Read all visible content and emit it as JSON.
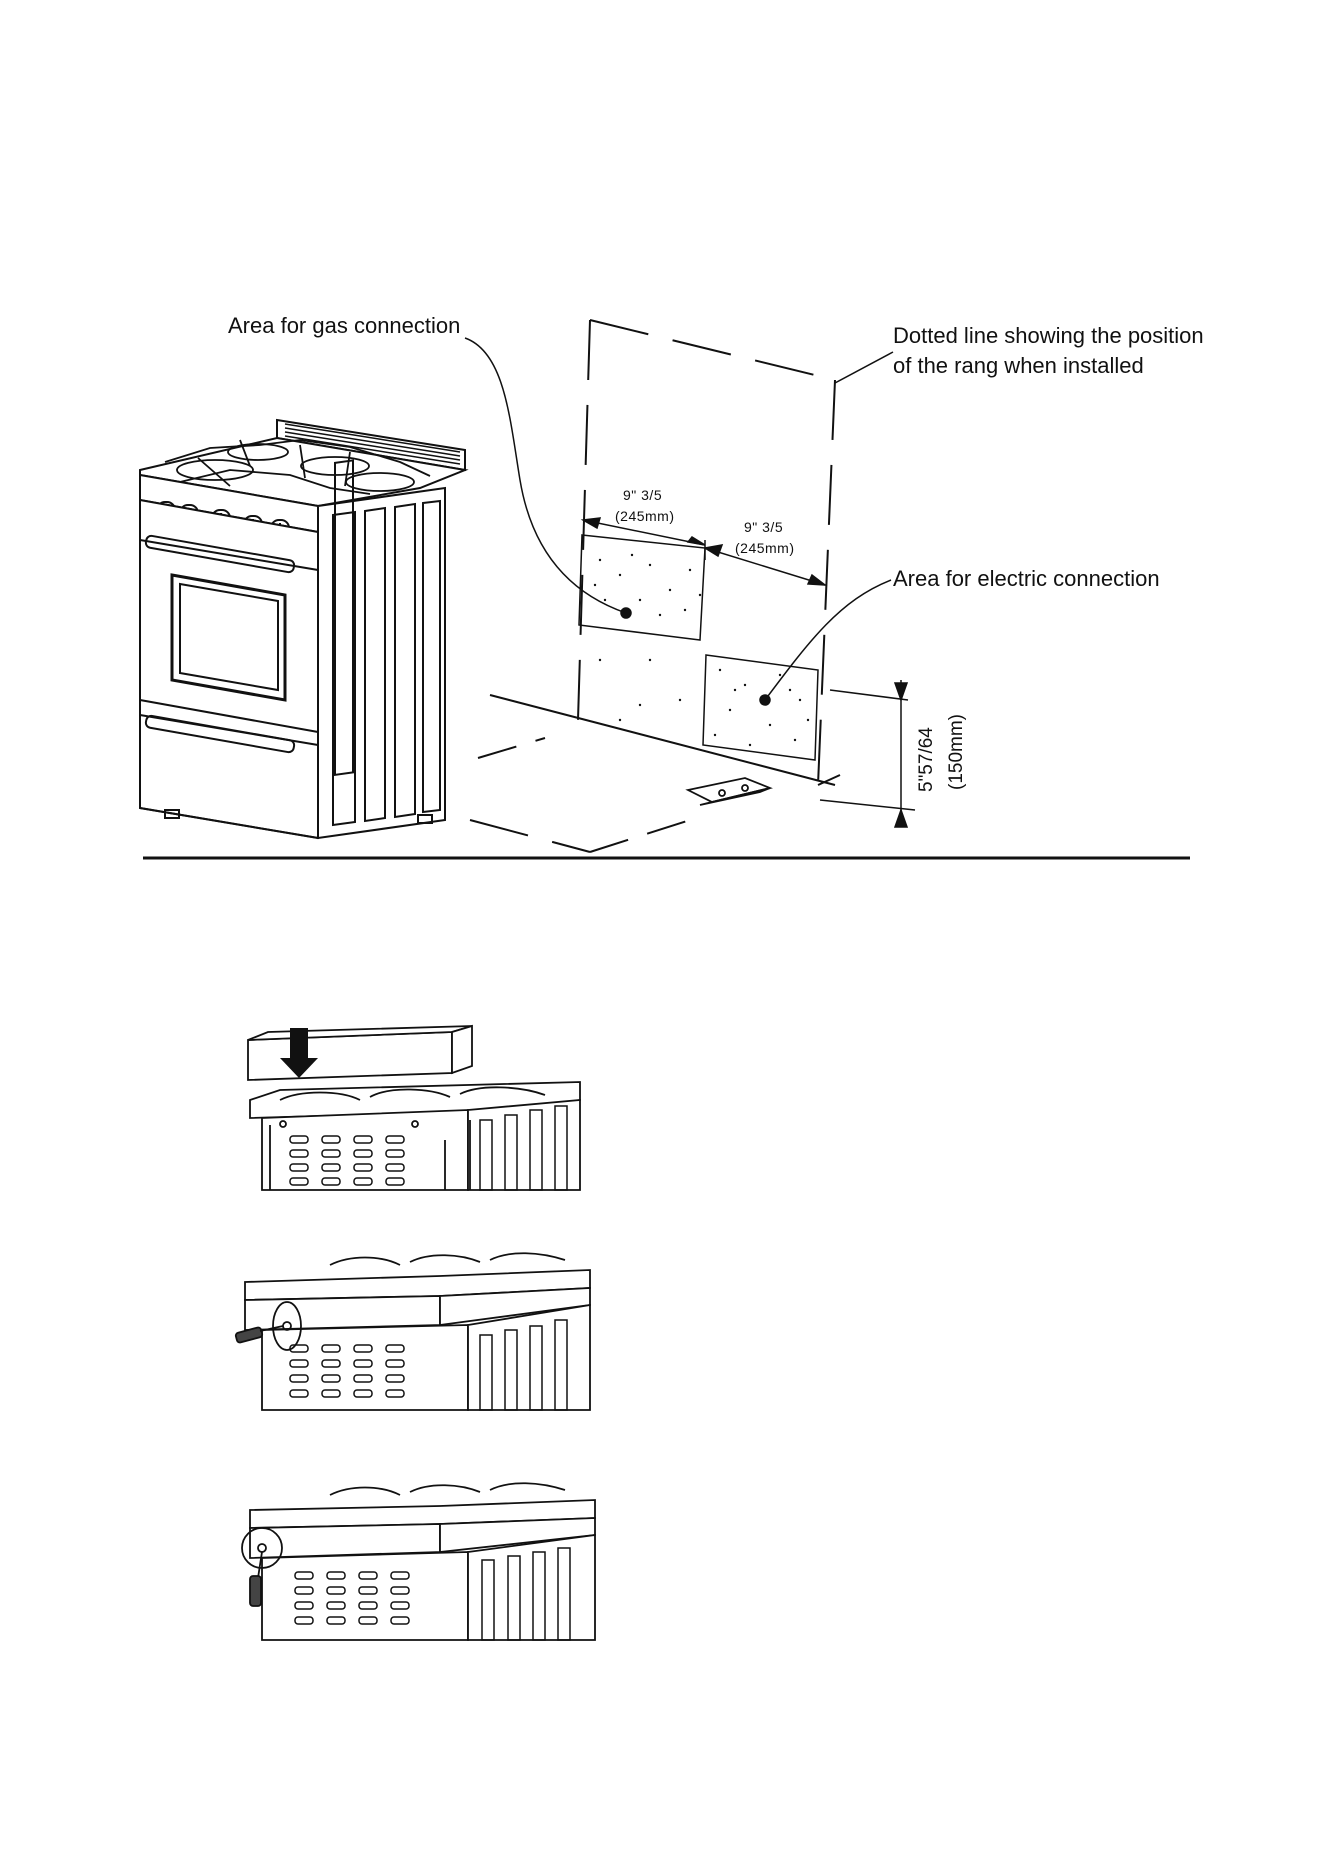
{
  "diagram": {
    "labels": {
      "gas_area": "Area for gas connection",
      "dotted_line_1": "Dotted line showing the position",
      "dotted_line_2": "of the rang when installed",
      "electric_area": "Area for electric connection"
    },
    "dimensions": {
      "gas_width_in": "9\" 3/5",
      "gas_width_mm": "(245mm)",
      "elec_width_in": "9\" 3/5",
      "elec_width_mm": "(245mm)",
      "height_in": "5\"57/64",
      "height_mm": "(150mm)"
    }
  },
  "colors": {
    "ink": "#111111",
    "paper": "#ffffff"
  },
  "icons": [
    "range-cooktop-illustration",
    "anti-tip-bracket-icon",
    "down-arrow-icon",
    "screwdriver-icon"
  ]
}
